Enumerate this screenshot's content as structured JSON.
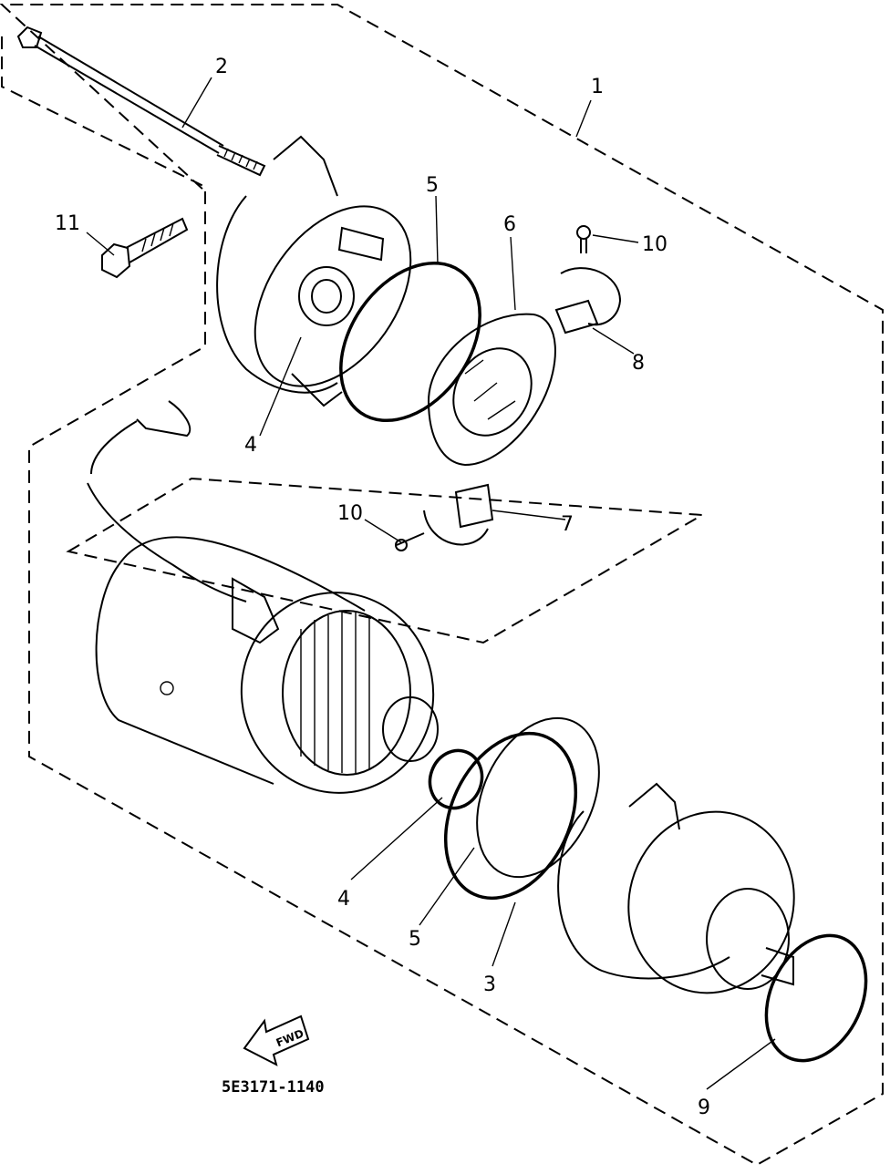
{
  "callouts": [
    {
      "id": "c1",
      "text": "1"
    },
    {
      "id": "c2",
      "text": "2"
    },
    {
      "id": "c3",
      "text": "3"
    },
    {
      "id": "c4a",
      "text": "4"
    },
    {
      "id": "c4b",
      "text": "4"
    },
    {
      "id": "c5a",
      "text": "5"
    },
    {
      "id": "c5b",
      "text": "5"
    },
    {
      "id": "c6",
      "text": "6"
    },
    {
      "id": "c7",
      "text": "7"
    },
    {
      "id": "c8",
      "text": "8"
    },
    {
      "id": "c9",
      "text": "9"
    },
    {
      "id": "c10a",
      "text": "10"
    },
    {
      "id": "c10b",
      "text": "10"
    },
    {
      "id": "c11",
      "text": "11"
    }
  ],
  "fwd_label": "FWD",
  "part_code": "5E3171-1140"
}
